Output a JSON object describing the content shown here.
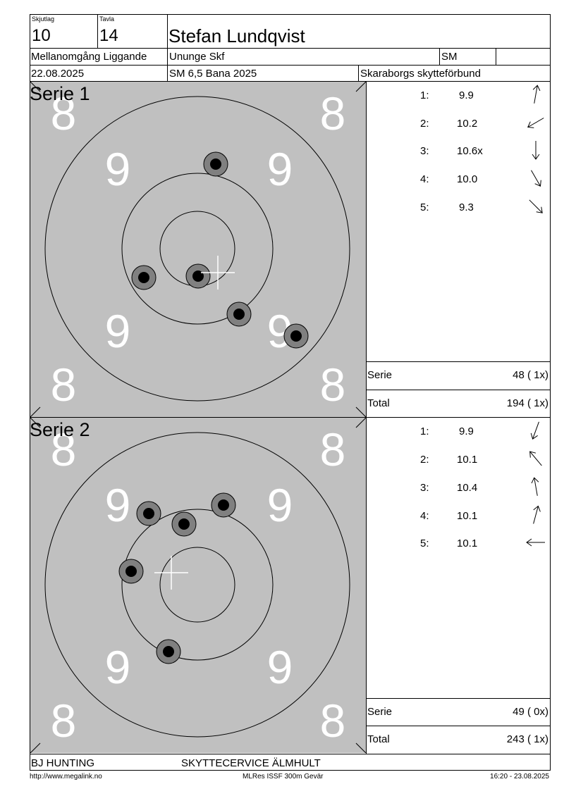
{
  "header": {
    "shot_label": "Skjutlag",
    "shot_value": "10",
    "board_label": "Tavla",
    "board_value": "14",
    "shooter_name": "Stefan Lundqvist",
    "class": "Mellanomgång Liggande",
    "club": "Ununge Skf",
    "competition_code": "SM",
    "date": "22.08.2025",
    "event": "SM 6,5 Bana 2025",
    "federation": "Skaraborgs skytteförbund"
  },
  "target_labels": {
    "eight": "8",
    "nine": "9"
  },
  "series": [
    {
      "title": "Serie 1",
      "shots": [
        {
          "num": "1:",
          "value": "9.9",
          "dir_deg": 10
        },
        {
          "num": "2:",
          "value": "10.2",
          "dir_deg": 240
        },
        {
          "num": "3:",
          "value": "10.6x",
          "dir_deg": 180
        },
        {
          "num": "4:",
          "value": "10.0",
          "dir_deg": 150
        },
        {
          "num": "5:",
          "value": "9.3",
          "dir_deg": 135
        }
      ],
      "serie_label": "Serie",
      "serie_score": "48 ( 1x)",
      "total_label": "Total",
      "total_score": "194 ( 1x)"
    },
    {
      "title": "Serie 2",
      "shots": [
        {
          "num": "1:",
          "value": "9.9",
          "dir_deg": 200
        },
        {
          "num": "2:",
          "value": "10.1",
          "dir_deg": 320
        },
        {
          "num": "3:",
          "value": "10.4",
          "dir_deg": 350
        },
        {
          "num": "4:",
          "value": "10.1",
          "dir_deg": 15
        },
        {
          "num": "5:",
          "value": "10.1",
          "dir_deg": 270
        }
      ],
      "serie_label": "Serie",
      "serie_score": "49 ( 0x)",
      "total_label": "Total",
      "total_score": "243 ( 1x)"
    }
  ],
  "footer": {
    "sponsor_left": "BJ HUNTING",
    "sponsor_center": "SKYTTECERVICE ÄLMHULT",
    "url": "http://www.megalink.no",
    "software": "MLRes ISSF 300m Gevär",
    "timestamp": "16:20 - 23.08.2025"
  },
  "colors": {
    "target_bg": "#c0c0c0",
    "ring": "#000000",
    "label": "#ffffff",
    "hit_outer": "#808080",
    "hit_inner": "#000000"
  }
}
